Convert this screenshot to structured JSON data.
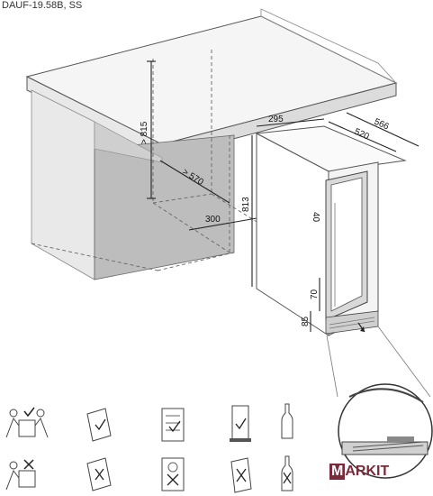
{
  "model": "DAUF-19.58B, SS",
  "dimensions": {
    "height_top": "> 815",
    "depth_niche": "> 570",
    "width_niche": "300",
    "unit_height": "813",
    "unit_width": "295",
    "unit_depth": "520",
    "unit_depth_door": "566",
    "door_gap": "40",
    "door_bottom": "70",
    "plinth": "85"
  },
  "watermark": {
    "logo_letter": "M",
    "text": "ARKIT"
  },
  "colors": {
    "cabinet_fill": "#bdbdbd",
    "countertop_fill": "#f2f2f2",
    "line": "#555555"
  }
}
